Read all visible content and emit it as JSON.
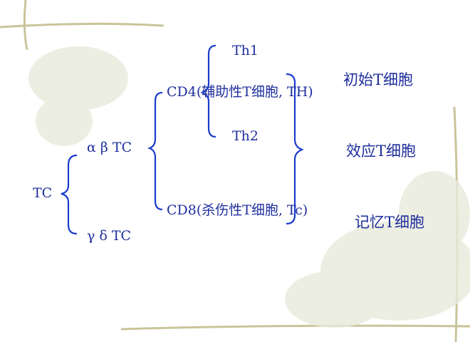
{
  "root": "TC",
  "branches": {
    "ab": "α β TC",
    "gd": "γ δ TC"
  },
  "subsets": {
    "cd4": "CD4(辅助性T细胞, TH)",
    "cd8": "CD8(杀伤性T细胞, Tc)"
  },
  "th": [
    "Th1",
    "Th2"
  ],
  "states": [
    "初始T细胞",
    "效应T细胞",
    "记忆T细胞"
  ],
  "colors": {
    "text": "#1f2f9c",
    "brace": "#1a3ccc"
  }
}
